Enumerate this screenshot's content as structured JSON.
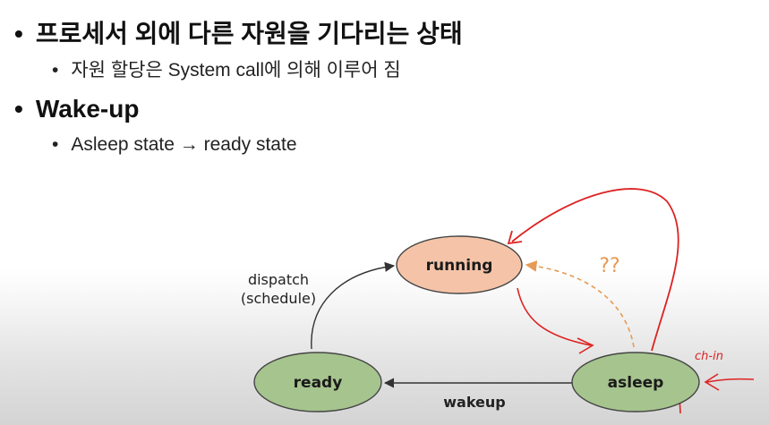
{
  "bullets": [
    {
      "level": 1,
      "marker": "•",
      "text": "프로세서 외에 다른 자원을 기다리는 상태"
    },
    {
      "level": 2,
      "marker": "•",
      "text": "자원 할당은 System call에 의해 이루어 짐"
    },
    {
      "level": 1,
      "marker": "•",
      "text": "Wake-up"
    },
    {
      "level": 2,
      "marker": "•",
      "text": "Asleep state → ready state"
    }
  ],
  "diagram": {
    "nodes": {
      "running": {
        "label": "running",
        "color": "#f5c4a8"
      },
      "ready": {
        "label": "ready",
        "color": "#a6c48e"
      },
      "asleep": {
        "label": "asleep",
        "color": "#a6c48e"
      }
    },
    "edges": {
      "dispatch": {
        "label_line1": "dispatch",
        "label_line2": "(schedule)"
      },
      "wakeup": {
        "label": "wakeup"
      },
      "question": {
        "label": "??",
        "color": "#e69a55"
      }
    },
    "annotation": {
      "text": "ch-in",
      "color": "#dd2222"
    }
  }
}
